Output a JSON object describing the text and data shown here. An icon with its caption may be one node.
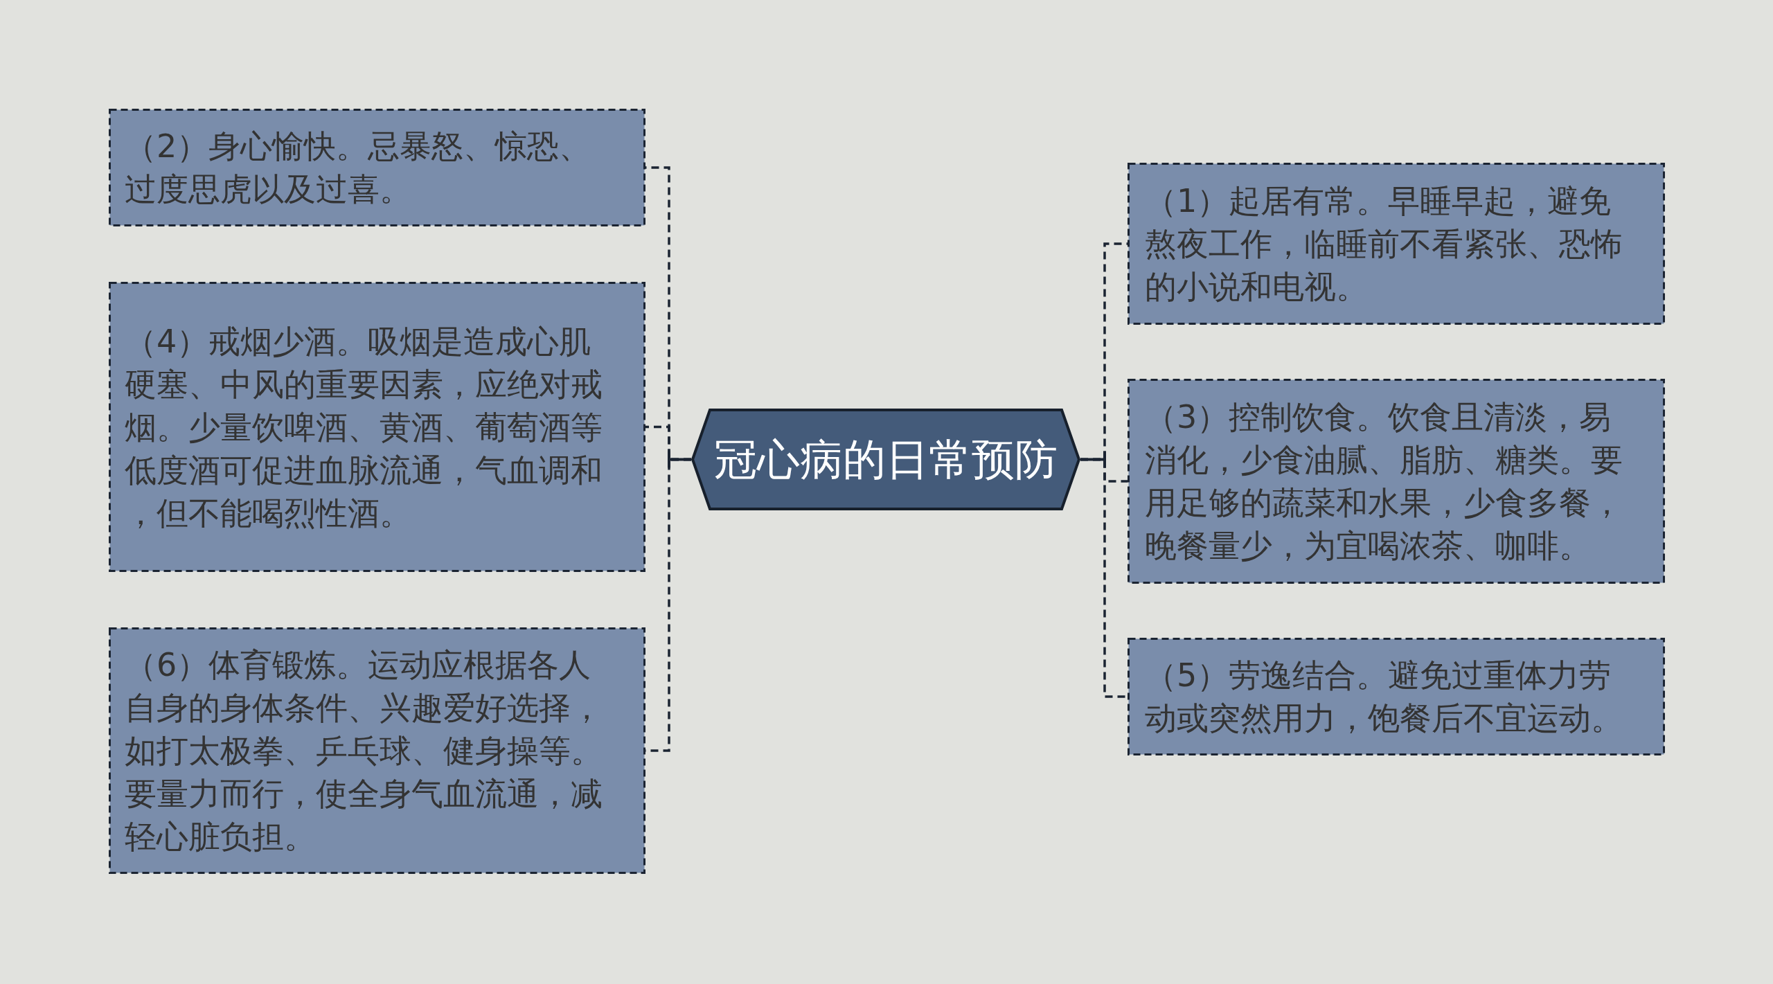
{
  "diagram": {
    "nodes": [
      {
        "text": [
          "冠心病的日常预防"
        ]
      },
      {
        "text": [
          "（1）起居有常。早睡早起，避免熬夜工作，临睡前不看紧张、恐怖的小说和电视。"
        ]
      },
      {
        "text": [
          "（2）身心愉快。忌暴怒、惊恐、过度思虎以及过喜。"
        ]
      },
      {
        "text": [
          "（3）控制饮食。饮食且清淡，易消化，少食油腻、脂肪、糖类。要用足够的蔬菜和水果，少食多餐，晚餐量少，为宜喝浓茶、咖啡。"
        ]
      },
      {
        "text": [
          "（4）戒烟少酒。吸烟是造成心肌硬塞、中风的重要因素，应绝对戒烟。少量饮啤酒、黄酒、葡萄酒等低度酒可促进血脉流通，气血调和，但不能喝烈性酒。"
        ]
      },
      {
        "text": [
          "（5）劳逸结合。避免过重体力劳动或突然用力，饱餐后不宜运动。"
        ]
      },
      {
        "text": [
          "（6）体育锻炼。运动应根据各人自身的身体条件、兴趣爱好选择，如打太极拳、乒乓球、健身操等。要量力而行，使全身气血流通，减轻心脏负担。"
        ]
      }
    ],
    "edges": [
      {
        "from": 0,
        "to": 1,
        "arrow": "none",
        "style": "dashed"
      },
      {
        "from": 0,
        "to": 2,
        "arrow": "none",
        "style": "dashed"
      },
      {
        "from": 0,
        "to": 3,
        "arrow": "none",
        "style": "dashed"
      },
      {
        "from": 0,
        "to": 4,
        "arrow": "none",
        "style": "dashed"
      },
      {
        "from": 0,
        "to": 5,
        "arrow": "none",
        "style": "dashed"
      },
      {
        "from": 0,
        "to": 6,
        "arrow": "none",
        "style": "dashed"
      }
    ]
  }
}
